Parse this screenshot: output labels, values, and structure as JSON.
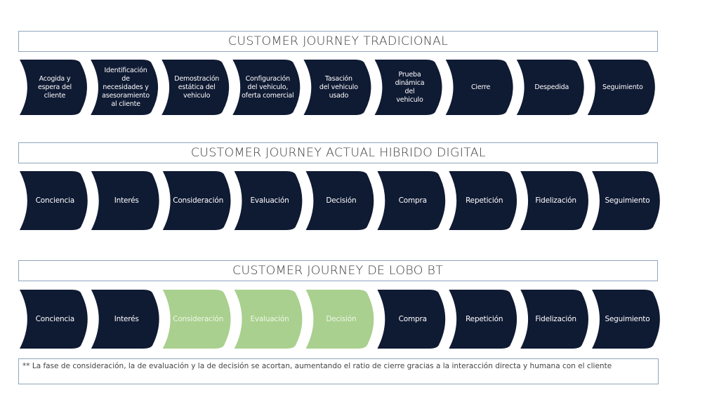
{
  "colors": {
    "navy": "#0f1a33",
    "green": "#a9d08e",
    "green_text": "#eef6e8",
    "white_text": "#ffffff"
  },
  "sections": [
    {
      "title": "CUSTOMER JOURNEY TRADICIONAL",
      "steps": [
        {
          "label": "Acogida y\nespera del\ncliente",
          "highlight": false
        },
        {
          "label": "Identificación\nde\nnecesidades y\nasesoramiento\nal cliente",
          "highlight": false
        },
        {
          "label": "Demostración\nestática del\nvehiculo",
          "highlight": false
        },
        {
          "label": "Configuración\ndel vehiculo,\noferta comercial",
          "highlight": false
        },
        {
          "label": "Tasación\ndel vehiculo\nusado",
          "highlight": false
        },
        {
          "label": "Prueba\ndinámica\ndel\nvehiculo",
          "highlight": false
        },
        {
          "label": "Cierre",
          "highlight": false
        },
        {
          "label": "Despedida",
          "highlight": false
        },
        {
          "label": "Seguimiento",
          "highlight": false
        }
      ]
    },
    {
      "title": "CUSTOMER JOURNEY ACTUAL HIBRIDO DIGITAL",
      "steps": [
        {
          "label": "Conciencia",
          "highlight": false
        },
        {
          "label": "Interés",
          "highlight": false
        },
        {
          "label": "Consideración",
          "highlight": false
        },
        {
          "label": "Evaluación",
          "highlight": false
        },
        {
          "label": "Decisión",
          "highlight": false
        },
        {
          "label": "Compra",
          "highlight": false
        },
        {
          "label": "Repetición",
          "highlight": false
        },
        {
          "label": "Fidelización",
          "highlight": false
        },
        {
          "label": "Seguimiento",
          "highlight": false
        }
      ]
    },
    {
      "title": "CUSTOMER JOURNEY DE LOBO BT",
      "steps": [
        {
          "label": "Conciencia",
          "highlight": false
        },
        {
          "label": "Interés",
          "highlight": false
        },
        {
          "label": "Consideración",
          "highlight": true
        },
        {
          "label": "Evaluación",
          "highlight": true
        },
        {
          "label": "Decisión",
          "highlight": true
        },
        {
          "label": "Compra",
          "highlight": false
        },
        {
          "label": "Repetición",
          "highlight": false
        },
        {
          "label": "Fidelización",
          "highlight": false
        },
        {
          "label": "Seguimiento",
          "highlight": false
        }
      ]
    }
  ],
  "footnote": "** La fase de consideración, la de evaluación y la de decisión se acortan, aumentando el ratio de cierre gracias a la interacción directa y humana con el cliente"
}
